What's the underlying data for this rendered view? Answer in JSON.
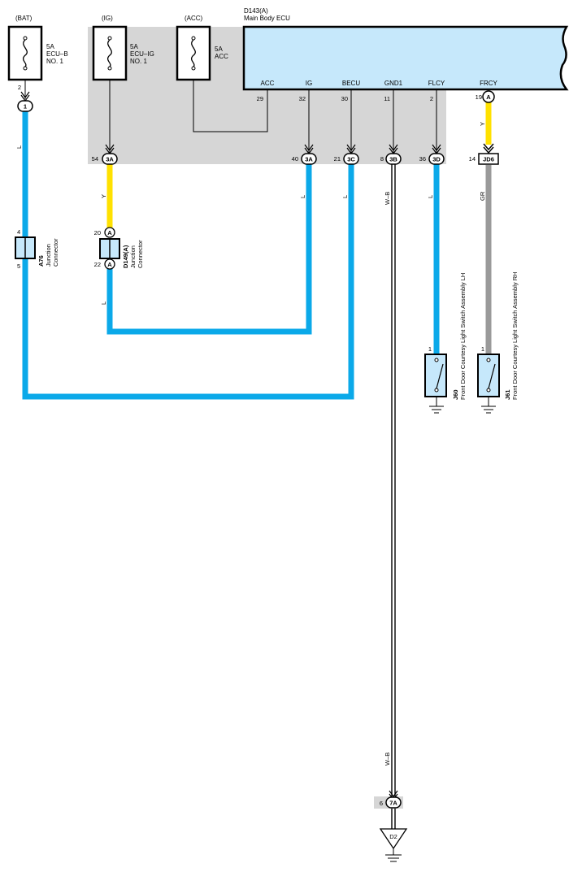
{
  "colors": {
    "wire_L": "#0ba9e9",
    "wire_Y": "#ffe100",
    "wire_GR": "#9a9a9a",
    "wire_WB": "#000000",
    "ecu_fill": "#c6e8fb",
    "block_gray": "#d6d6d6",
    "connector_fill": "#c6e8fb"
  },
  "power_sources": [
    {
      "label": "(BAT)"
    },
    {
      "label": "(IG)"
    },
    {
      "label": "(ACC)"
    }
  ],
  "fuses": [
    {
      "line1": "5A",
      "line2": "ECU–B",
      "line3": "NO. 1",
      "pin": "2",
      "connector": "1"
    },
    {
      "line1": "5A",
      "line2": "ECU–IG",
      "line3": "NO. 1"
    },
    {
      "line1": "5A",
      "line2": "ACC"
    }
  ],
  "ecu": {
    "code": "D143(A)",
    "name": "Main Body ECU",
    "terminals": [
      {
        "name": "ACC",
        "pin": "29"
      },
      {
        "name": "IG",
        "pin": "32"
      },
      {
        "name": "BECU",
        "pin": "30"
      },
      {
        "name": "GND1",
        "pin": "11"
      },
      {
        "name": "FLCY",
        "pin": "2"
      },
      {
        "name": "FRCY",
        "pin": "19",
        "connector": "A"
      }
    ]
  },
  "junction_block_connectors": [
    {
      "pin": "54",
      "code": "3A"
    },
    {
      "pin": "40",
      "code": "3A"
    },
    {
      "pin": "21",
      "code": "3C"
    },
    {
      "pin": "8",
      "code": "3B"
    },
    {
      "pin": "36",
      "code": "3D"
    },
    {
      "pin": "14",
      "code": "JD6"
    }
  ],
  "wire_labels": {
    "bat": "L",
    "ig_upper": "Y",
    "ig_lower": "L",
    "ig_return": "L",
    "becu": "L",
    "gnd_upper": "W–B",
    "gnd_lower": "W–B",
    "flcy": "L",
    "frcy_upper": "Y",
    "frcy_lower": "GR"
  },
  "junctions": [
    {
      "code": "A76",
      "label1": "Junction",
      "label2": "Connector",
      "pin_top": "4",
      "pin_bottom": "5"
    },
    {
      "code": "D149(A)",
      "label1": "Junction",
      "label2": "Connector",
      "pin_top": "20",
      "pin_bottom": "22",
      "conn_top": "A",
      "conn_bottom": "A"
    }
  ],
  "switches": [
    {
      "code": "J60",
      "name": "Front Door Courtesy Light Switch Assembly LH",
      "pin": "1"
    },
    {
      "code": "J61",
      "name": "Front Door Courtesy Light Switch Assembly RH",
      "pin": "1"
    }
  ],
  "ground": {
    "pin": "6",
    "connector": "7A",
    "code": "D2"
  }
}
